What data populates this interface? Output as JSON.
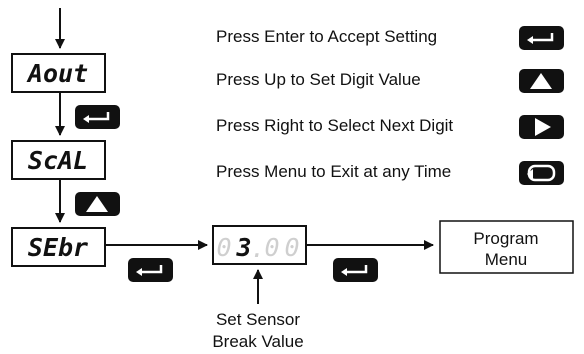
{
  "flow": {
    "displays": [
      {
        "id": "aout",
        "text": "Aout"
      },
      {
        "id": "scal",
        "text": "ScAL"
      },
      {
        "id": "sebr",
        "text": "SEbr"
      }
    ],
    "value_display": {
      "digits": [
        "0",
        "3",
        ".",
        "0",
        "0"
      ],
      "active_digit": "3"
    },
    "program_menu": {
      "line1": "Program",
      "line2": "Menu"
    },
    "sensor_note": {
      "line1": "Set Sensor",
      "line2": "Break Value"
    }
  },
  "legend": [
    {
      "text": "Press Enter to Accept Setting",
      "icon": "enter-icon"
    },
    {
      "text": "Press Up to Set Digit Value",
      "icon": "up-arrow-icon"
    },
    {
      "text": "Press Right to Select Next Digit",
      "icon": "right-arrow-icon"
    },
    {
      "text": "Press Menu to Exit at any Time",
      "icon": "menu-loop-icon"
    }
  ],
  "colors": {
    "ink": "#111111",
    "dim_digit": "#cfcfcf",
    "button": "#111111"
  }
}
